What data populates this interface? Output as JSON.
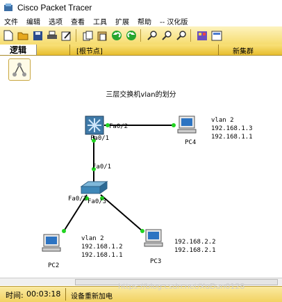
{
  "window": {
    "title": "Cisco Packet Tracer"
  },
  "menu": [
    "文件",
    "编辑",
    "选项",
    "查看",
    "工具",
    "扩展",
    "帮助",
    "-- 汉化版"
  ],
  "workspace": {
    "tab_label": "逻辑",
    "root_label": "[根节点]",
    "new_cluster": "新集群"
  },
  "diagram": {
    "title": "三层交换机vlan的划分",
    "devices": {
      "pc4": "PC4",
      "pc2": "PC2",
      "pc3": "PC3"
    },
    "ports": {
      "l3_fa0_2": "Fa0/2",
      "l3_fa0_1": "Fa0/1",
      "sw_fa0_1": "Fa0/1",
      "sw_fa0_2": "Fa0/2",
      "sw_fa0_3": "Fa0/3"
    },
    "pc4_info": [
      "vlan 2",
      "192.168.1.3",
      "192.168.1.1"
    ],
    "pc2_info": [
      "vlan 2",
      "192.168.1.2",
      "192.168.1.1"
    ],
    "pc3_info": [
      "192.168.2.2",
      "192.168.2.1"
    ]
  },
  "status": {
    "time_label": "时间:",
    "time_value": "00:03:18",
    "message": "设备重新加电"
  },
  "watermark": "https://blog.csdn.net/XuDan0128",
  "colors": {
    "link_dot": "#21d321",
    "toolbar_bg": "#f6dc6e"
  }
}
